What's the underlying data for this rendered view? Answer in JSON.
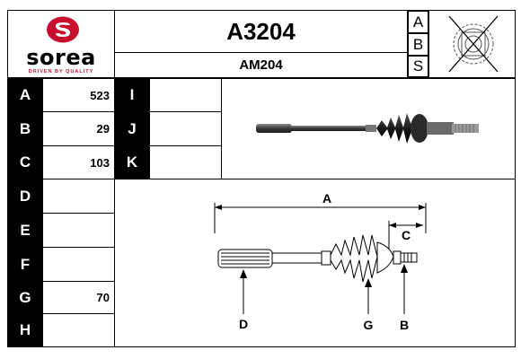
{
  "brand": {
    "name": "sorea",
    "tagline": "DRIVEN BY QUALITY",
    "accent": "#c8102e"
  },
  "header": {
    "part_number": "A3204",
    "sub_code": "AM204",
    "abs_letters": [
      "A",
      "B",
      "S"
    ]
  },
  "dims": [
    {
      "key": "A",
      "value": "523"
    },
    {
      "key": "B",
      "value": "29"
    },
    {
      "key": "C",
      "value": "103"
    },
    {
      "key": "D",
      "value": ""
    },
    {
      "key": "E",
      "value": ""
    },
    {
      "key": "F",
      "value": ""
    },
    {
      "key": "G",
      "value": "70"
    },
    {
      "key": "H",
      "value": ""
    }
  ],
  "extra_dims": [
    {
      "key": "I",
      "value": ""
    },
    {
      "key": "J",
      "value": ""
    },
    {
      "key": "K",
      "value": ""
    }
  ],
  "diagram_labels": {
    "a": "A",
    "c": "C",
    "d": "D",
    "g": "G",
    "b": "B"
  },
  "icons": {
    "abs_symbol": "abs-sensor-crossed-icon",
    "product": "drive-shaft-photo-icon"
  }
}
